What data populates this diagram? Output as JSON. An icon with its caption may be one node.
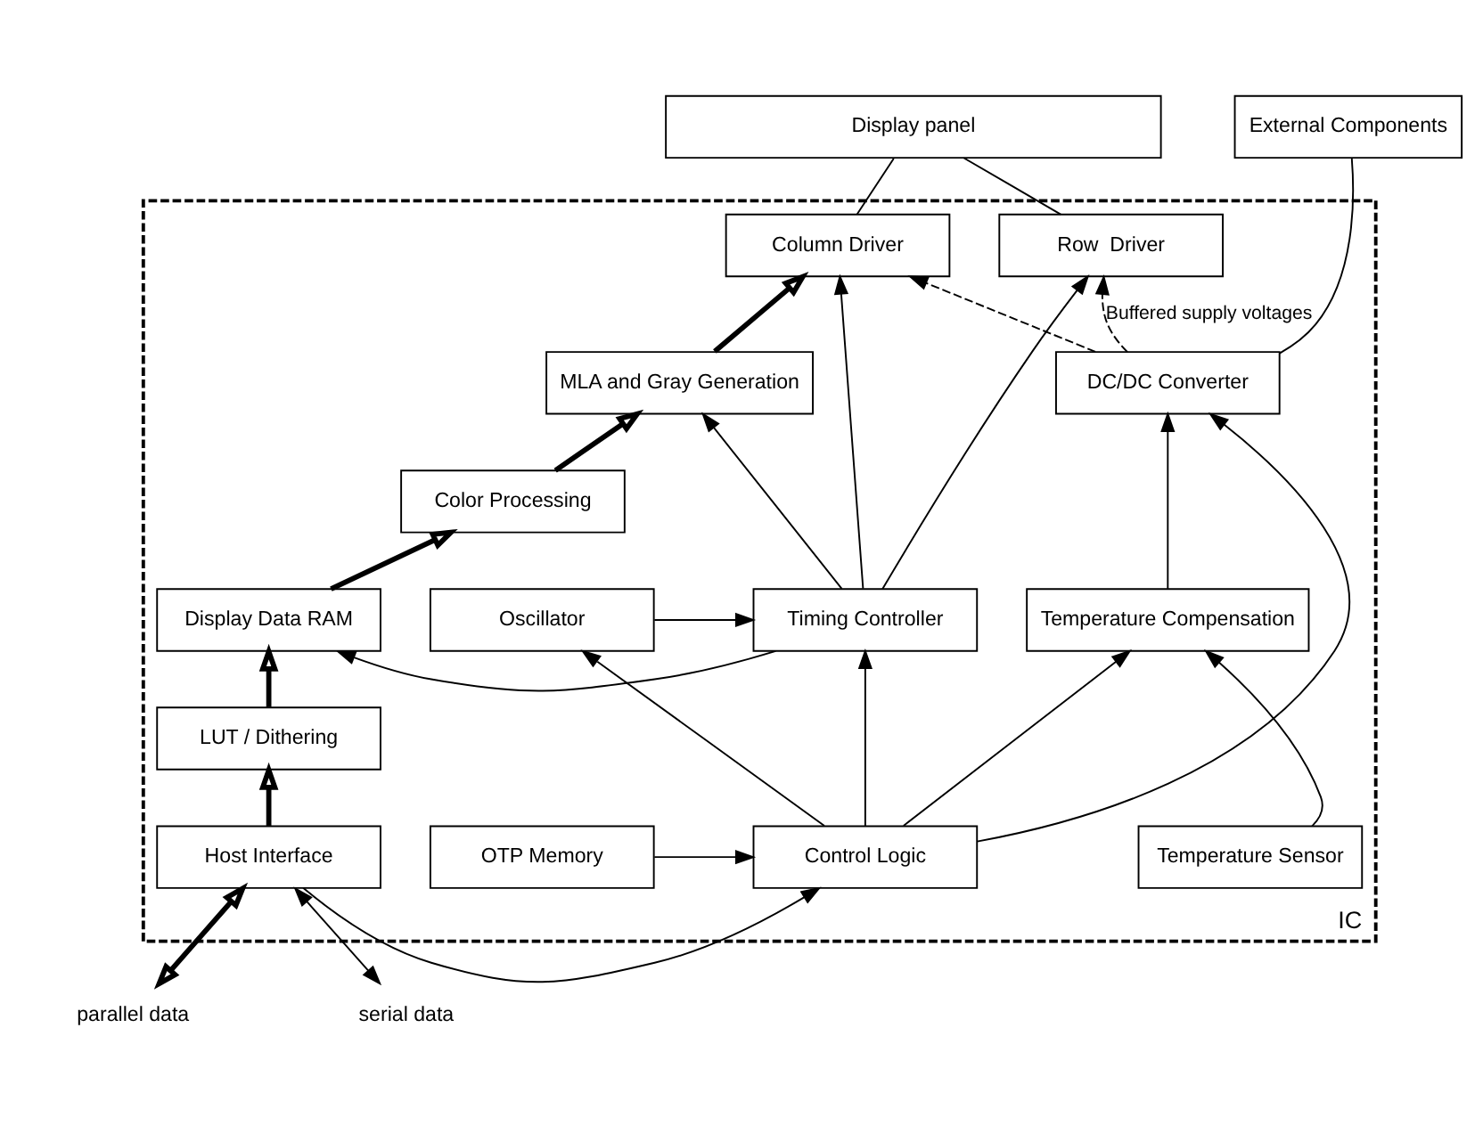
{
  "diagram": {
    "nodes": [
      {
        "text": [
          "Display panel"
        ]
      },
      {
        "text": [
          "External Components"
        ]
      },
      {
        "text": [
          "IC"
        ]
      },
      {
        "text": [
          "Column Driver"
        ],
        "in": 2
      },
      {
        "text": [
          "Row  Driver"
        ],
        "in": 2
      },
      {
        "text": [
          "MLA and Gray Generation"
        ],
        "in": 2
      },
      {
        "text": [
          "Color Processing"
        ],
        "in": 2
      },
      {
        "text": [
          "Display Data RAM"
        ],
        "in": 2
      },
      {
        "text": [
          "LUT / Dithering"
        ],
        "in": 2
      },
      {
        "text": [
          "Host Interface"
        ],
        "in": 2
      },
      {
        "text": [
          "Timing Controller"
        ],
        "in": 2
      },
      {
        "text": [
          "Oscillator"
        ],
        "in": 2
      },
      {
        "text": [
          "Control Logic"
        ],
        "in": 2
      },
      {
        "text": [
          "OTP Memory"
        ],
        "in": 2
      },
      {
        "text": [
          "DC/DC Converter"
        ],
        "in": 2
      },
      {
        "text": [
          "Temperature Compensation"
        ],
        "in": 2
      },
      {
        "text": [
          "Temperature Sensor"
        ],
        "in": 2
      },
      {
        "text": [
          "parallel data"
        ]
      },
      {
        "text": [
          "serial data"
        ]
      }
    ],
    "edges": [
      {
        "from": 3,
        "to": 0,
        "arrow": "none"
      },
      {
        "from": 4,
        "to": 0,
        "arrow": "none"
      },
      {
        "from": 14,
        "to": 1,
        "arrow": "none"
      },
      {
        "from": 9,
        "to": 8,
        "arrow": "to",
        "style": "thick"
      },
      {
        "from": 8,
        "to": 7,
        "arrow": "to",
        "style": "thick"
      },
      {
        "from": 7,
        "to": 6,
        "arrow": "to",
        "style": "thick"
      },
      {
        "from": 6,
        "to": 5,
        "arrow": "to",
        "style": "thick"
      },
      {
        "from": 5,
        "to": 3,
        "arrow": "to",
        "style": "thick"
      },
      {
        "from": 10,
        "to": 3,
        "arrow": "to"
      },
      {
        "from": 10,
        "to": 5,
        "arrow": "to"
      },
      {
        "from": 10,
        "to": 4,
        "arrow": "to"
      },
      {
        "from": 14,
        "to": 4,
        "arrow": "to",
        "style": "dashed",
        "label": "Buffered supply voltages"
      },
      {
        "from": 14,
        "to": 3,
        "arrow": "to",
        "style": "dashed"
      },
      {
        "from": 10,
        "to": 7,
        "arrow": "to"
      },
      {
        "from": 11,
        "to": 10,
        "arrow": "to"
      },
      {
        "from": 12,
        "to": 10,
        "arrow": "to"
      },
      {
        "from": 12,
        "to": 11,
        "arrow": "to"
      },
      {
        "from": 12,
        "to": 14,
        "arrow": "to"
      },
      {
        "from": 12,
        "to": 15,
        "arrow": "to"
      },
      {
        "from": 9,
        "to": 12,
        "arrow": "to"
      },
      {
        "from": 13,
        "to": 12,
        "arrow": "to"
      },
      {
        "from": 16,
        "to": 15,
        "arrow": "to"
      },
      {
        "from": 15,
        "to": 14,
        "arrow": "to"
      },
      {
        "from": 17,
        "to": 9,
        "arrow": "both",
        "style": "thick"
      },
      {
        "from": 18,
        "to": 9,
        "arrow": "both"
      }
    ]
  }
}
